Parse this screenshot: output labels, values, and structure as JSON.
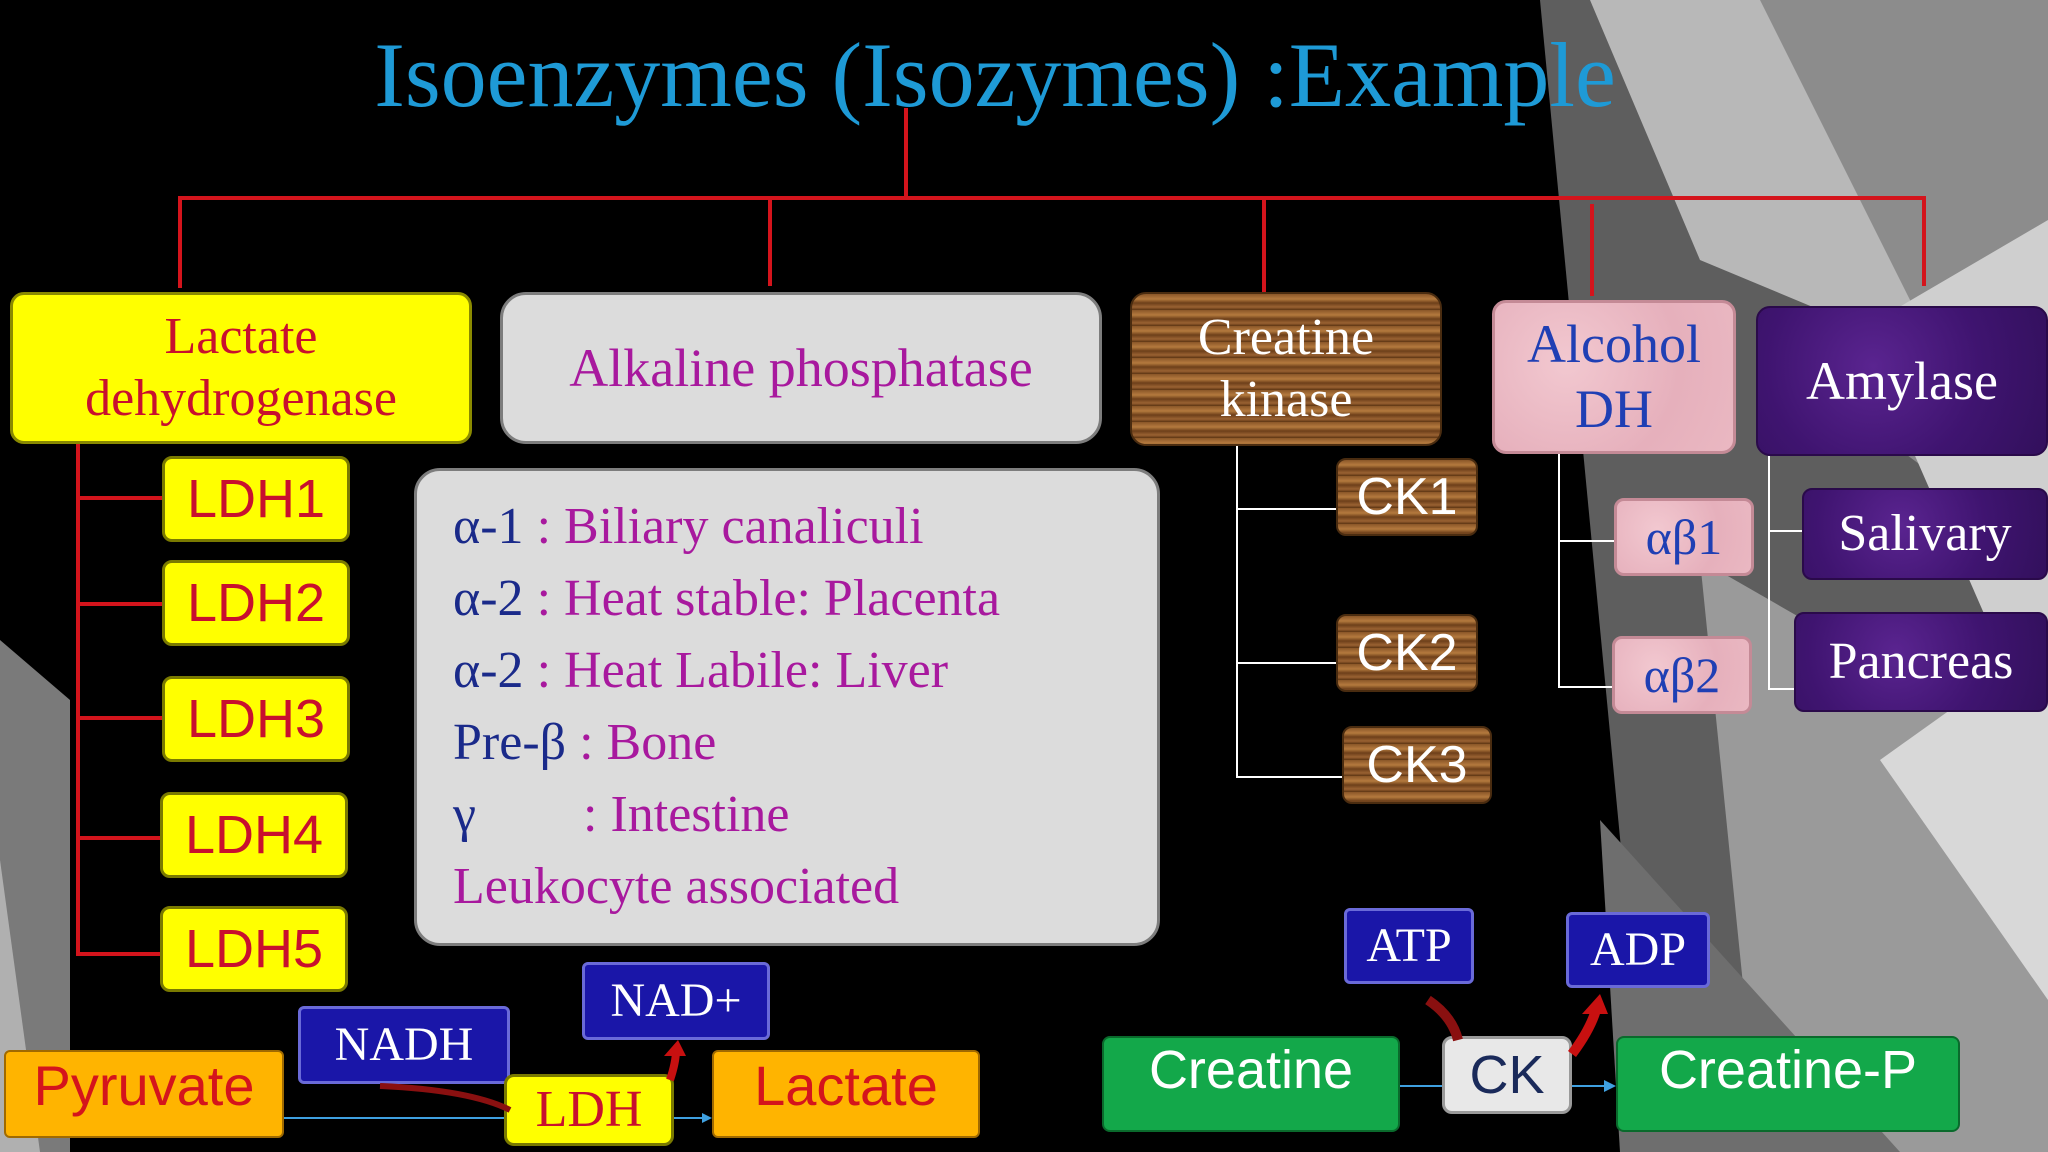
{
  "title": "Isoenzymes (Isozymes) :Example",
  "categories": {
    "ldh": "Lactate dehydrogenase",
    "alp": "Alkaline phosphatase",
    "ck": "Creatine kinase",
    "adh": "Alcohol DH",
    "amylase": "Amylase"
  },
  "ldh_isozymes": [
    "LDH1",
    "LDH2",
    "LDH3",
    "LDH4",
    "LDH5"
  ],
  "alp_isozymes": [
    {
      "name": "α-1",
      "sep": ":",
      "desc": "Biliary canaliculi"
    },
    {
      "name": "α-2",
      "sep": ":",
      "desc": "Heat stable: Placenta"
    },
    {
      "name": "α-2",
      "sep": ":",
      "desc": "Heat Labile: Liver"
    },
    {
      "name": "Pre-β",
      "sep": ":",
      "desc": "Bone"
    },
    {
      "name": "γ",
      "sep": ":",
      "desc": "Intestine"
    },
    {
      "name": "",
      "sep": "",
      "desc": "Leukocyte associated"
    }
  ],
  "ck_isozymes": [
    "CK1",
    "CK2",
    "CK3"
  ],
  "adh_isozymes": [
    "αβ1",
    "αβ2"
  ],
  "amylase_isozymes": [
    "Salivary",
    "Pancreas"
  ],
  "ldh_reaction": {
    "substrate": "Pyruvate",
    "cofactor_in": "NADH",
    "enzyme": "LDH",
    "cofactor_out": "NAD+",
    "product": "Lactate"
  },
  "ck_reaction": {
    "substrate": "Creatine",
    "cofactor_in": "ATP",
    "enzyme": "CK",
    "cofactor_out": "ADP",
    "product": "Creatine-P"
  },
  "colors": {
    "title": "#1e9ad6",
    "connector": "#d4141c",
    "ldh_box": "#ffff00",
    "alp_text": "#a8199e",
    "alp_name": "#1a2a8a",
    "adh_text": "#1f3fb4",
    "cofactor_box": "#1a16a8",
    "reaction_box": "#ffb400",
    "ck_reaction_box": "#13a84a"
  }
}
